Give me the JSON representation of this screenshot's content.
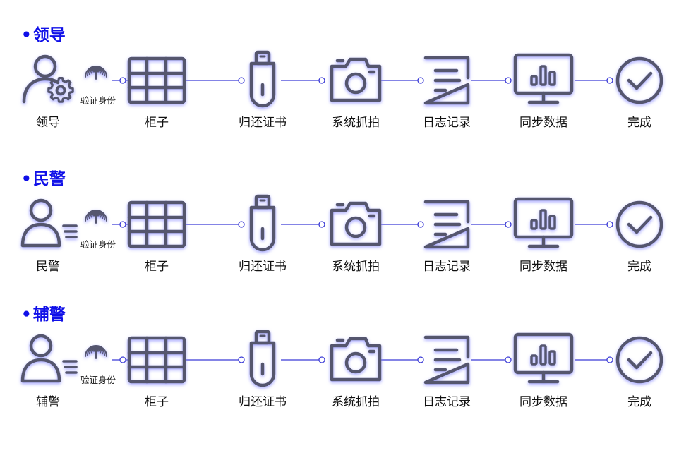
{
  "bullet": "•",
  "verify_label": "验证身份",
  "colors": {
    "title": "#1010e8",
    "icon": "#55566e",
    "glow": "#8a8cff",
    "connector": "#3b3bd6"
  },
  "flows": [
    {
      "title": "领导",
      "actor": "领导",
      "actor_icon": "user-gear-icon",
      "steps": [
        "柜子",
        "归还证书",
        "系统抓拍",
        "日志记录",
        "同步数据",
        "完成"
      ]
    },
    {
      "title": "民警",
      "actor": "民警",
      "actor_icon": "user-list-icon",
      "steps": [
        "柜子",
        "归还证书",
        "系统抓拍",
        "日志记录",
        "同步数据",
        "完成"
      ]
    },
    {
      "title": "辅警",
      "actor": "辅警",
      "actor_icon": "user-list-icon",
      "steps": [
        "柜子",
        "归还证书",
        "系统抓拍",
        "日志记录",
        "同步数据",
        "完成"
      ]
    }
  ]
}
